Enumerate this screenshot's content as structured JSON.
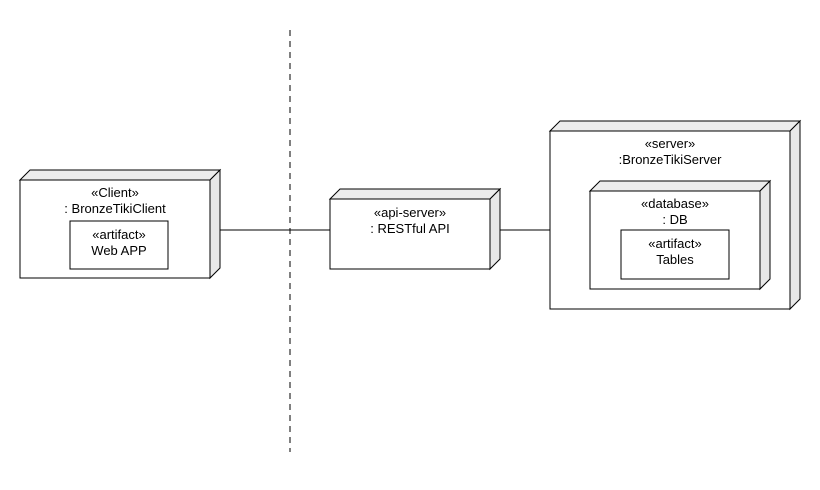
{
  "colors": {
    "stroke": "#000000",
    "node_face": "#ffffff",
    "node_side": "#e8e8e8",
    "node_top": "#ececec",
    "background": "#ffffff"
  },
  "nodes": {
    "client": {
      "stereotype": "«Client»",
      "name": ": BronzeTikiClient",
      "artifact": {
        "stereotype": "«artifact»",
        "name": "Web APP"
      }
    },
    "api_server": {
      "stereotype": "«api-server»",
      "name": ": RESTful API"
    },
    "server": {
      "stereotype": "«server»",
      "name": ":BronzeTikiServer",
      "database": {
        "stereotype": "«database»",
        "name": ": DB",
        "artifact": {
          "stereotype": "«artifact»",
          "name": "Tables"
        }
      }
    }
  },
  "connections": [
    {
      "from": "client",
      "to": "api_server"
    },
    {
      "from": "api_server",
      "to": "server"
    }
  ]
}
